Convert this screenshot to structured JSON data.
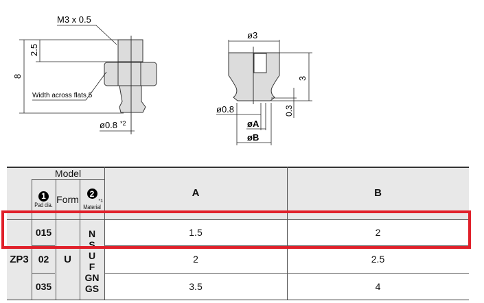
{
  "drawing": {
    "left": {
      "thread": "M3 x 0.5",
      "height_total": "8",
      "height_thread": "2.5",
      "hex": "Width across flats 5",
      "bore": "ø0.8",
      "bore_note": "*2"
    },
    "right": {
      "outer_dia": "ø3",
      "height": "3",
      "lip": "0.3",
      "bore": "ø0.8",
      "dia_a": "øA",
      "dia_b": "øB"
    }
  },
  "table": {
    "model_header": "Model",
    "pad_num": "1",
    "pad_label": "Pad dia.",
    "form_label": "Form",
    "material_num": "2",
    "material_note": "*1",
    "material_label": "Material",
    "col_a": "A",
    "col_b": "B",
    "series": "ZP3",
    "form": "U",
    "materials": [
      "N",
      "S",
      "U",
      "F",
      "GN",
      "GS"
    ],
    "rows": [
      {
        "pad": "015",
        "a": "1.5",
        "b": "2"
      },
      {
        "pad": "02",
        "a": "2",
        "b": "2.5"
      },
      {
        "pad": "035",
        "a": "3.5",
        "b": "4"
      }
    ]
  },
  "highlight_color": "#e0202a"
}
